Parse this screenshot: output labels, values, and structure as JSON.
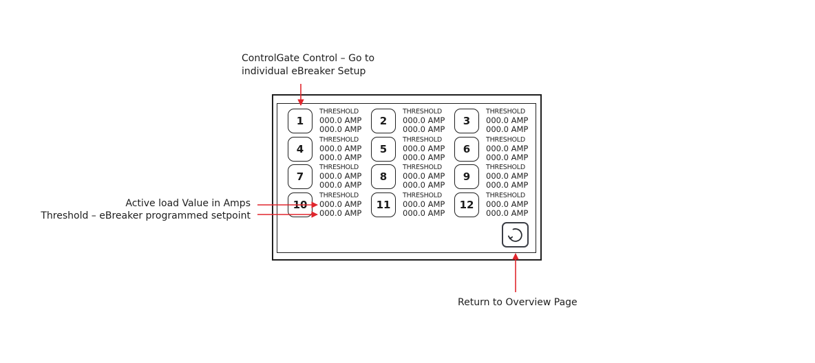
{
  "annotations": {
    "top": [
      "ControlGate Control – Go to",
      "individual eBreaker Setup"
    ],
    "active_load": "Active load Value in Amps",
    "threshold": "Threshold – eBreaker programmed setpoint",
    "return": "Return to Overview Page",
    "arrow_color": "#e0262d"
  },
  "device": {
    "breakers": [
      {
        "id": "1",
        "label": "THRESHOLD",
        "active_amp": "000.0  AMP",
        "threshold_amp": "000.0  AMP"
      },
      {
        "id": "2",
        "label": "THRESHOLD",
        "active_amp": "000.0  AMP",
        "threshold_amp": "000.0  AMP"
      },
      {
        "id": "3",
        "label": "THRESHOLD",
        "active_amp": "000.0  AMP",
        "threshold_amp": "000.0  AMP"
      },
      {
        "id": "4",
        "label": "THRESHOLD",
        "active_amp": "000.0  AMP",
        "threshold_amp": "000.0  AMP"
      },
      {
        "id": "5",
        "label": "THRESHOLD",
        "active_amp": "000.0  AMP",
        "threshold_amp": "000.0  AMP"
      },
      {
        "id": "6",
        "label": "THRESHOLD",
        "active_amp": "000.0  AMP",
        "threshold_amp": "000.0  AMP"
      },
      {
        "id": "7",
        "label": "THRESHOLD",
        "active_amp": "000.0  AMP",
        "threshold_amp": "000.0  AMP"
      },
      {
        "id": "8",
        "label": "THRESHOLD",
        "active_amp": "000.0  AMP",
        "threshold_amp": "000.0  AMP"
      },
      {
        "id": "9",
        "label": "THRESHOLD",
        "active_amp": "000.0  AMP",
        "threshold_amp": "000.0  AMP"
      },
      {
        "id": "10",
        "label": "THRESHOLD",
        "active_amp": "000.0  AMP",
        "threshold_amp": "000.0  AMP"
      },
      {
        "id": "11",
        "label": "THRESHOLD",
        "active_amp": "000.0  AMP",
        "threshold_amp": "000.0  AMP"
      },
      {
        "id": "12",
        "label": "THRESHOLD",
        "active_amp": "000.0  AMP",
        "threshold_amp": "000.0  AMP"
      }
    ],
    "return_icon": "refresh-icon"
  }
}
